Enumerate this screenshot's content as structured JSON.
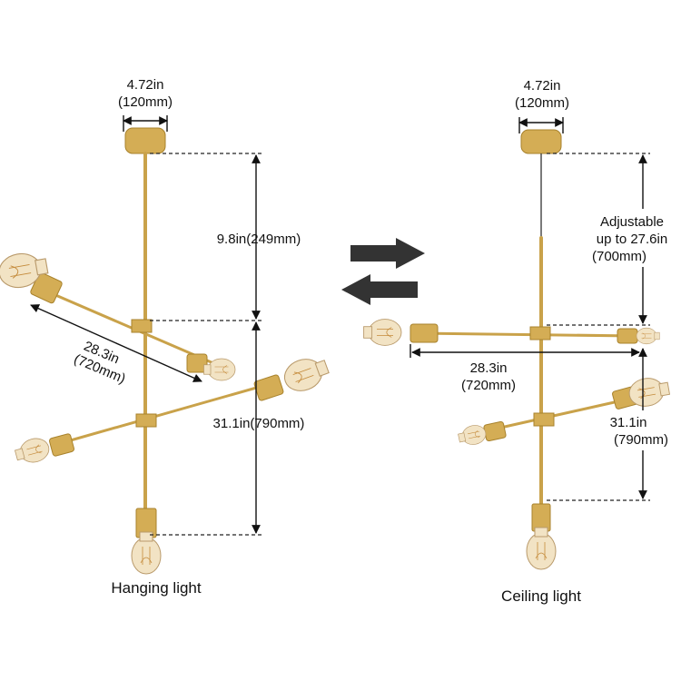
{
  "left": {
    "canopy_dim": [
      "4.72in",
      "(120mm)"
    ],
    "drop_dim": "9.8in(249mm)",
    "span_dim": [
      "28.3in",
      "(720mm)"
    ],
    "height_dim": "31.1in(790mm)",
    "caption": "Hanging light"
  },
  "right": {
    "canopy_dim": [
      "4.72in",
      "(120mm)"
    ],
    "adjust_dim": [
      "Adjustable",
      "up to 27.6in",
      "(700mm)"
    ],
    "span_dim": [
      "28.3in",
      "(720mm)"
    ],
    "height_dim": [
      "31.1in",
      "(790mm)"
    ],
    "caption": "Ceiling light"
  },
  "colors": {
    "brass": "#d4ad55",
    "arrow": "#333333"
  }
}
